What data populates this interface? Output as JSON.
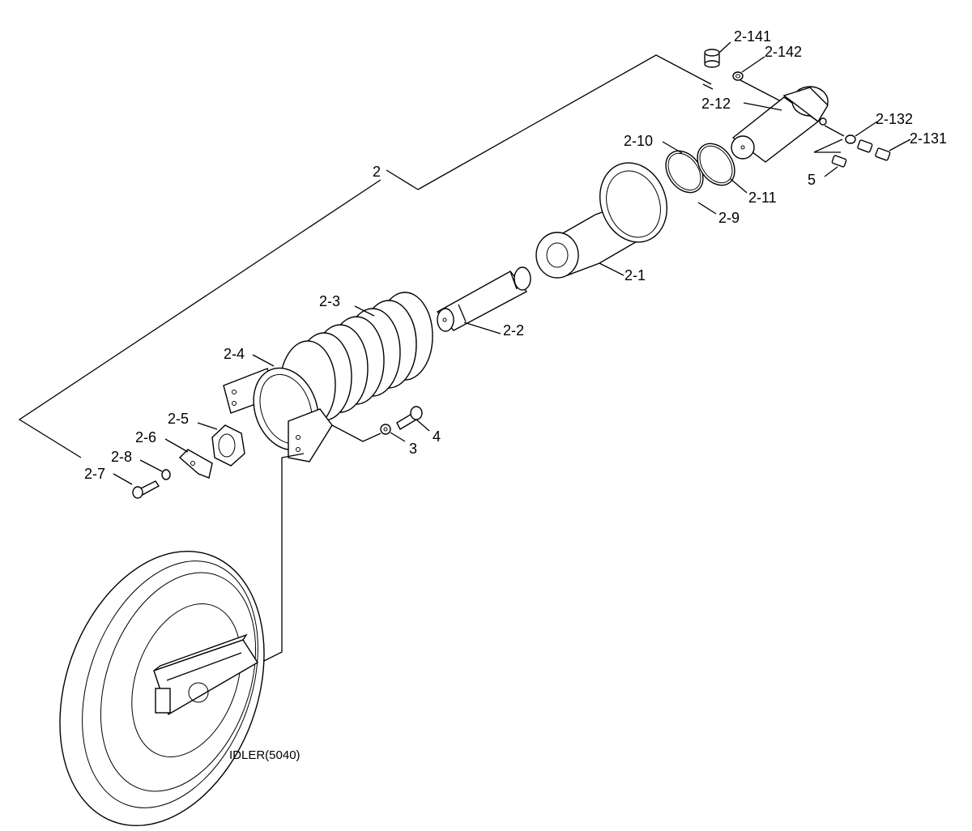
{
  "labels": {
    "l_2_141": "2-141",
    "l_2_142": "2-142",
    "l_2_12": "2-12",
    "l_2_132": "2-132",
    "l_2_131": "2-131",
    "l_5": "5",
    "l_2_10": "2-10",
    "l_2_11": "2-11",
    "l_2_9": "2-9",
    "l_2": "2",
    "l_2_1": "2-1",
    "l_2_3": "2-3",
    "l_2_2": "2-2",
    "l_2_4": "2-4",
    "l_2_5": "2-5",
    "l_2_6": "2-6",
    "l_2_8": "2-8",
    "l_2_7": "2-7",
    "l_3": "3",
    "l_4": "4"
  },
  "caption": "IDLER(5040)"
}
